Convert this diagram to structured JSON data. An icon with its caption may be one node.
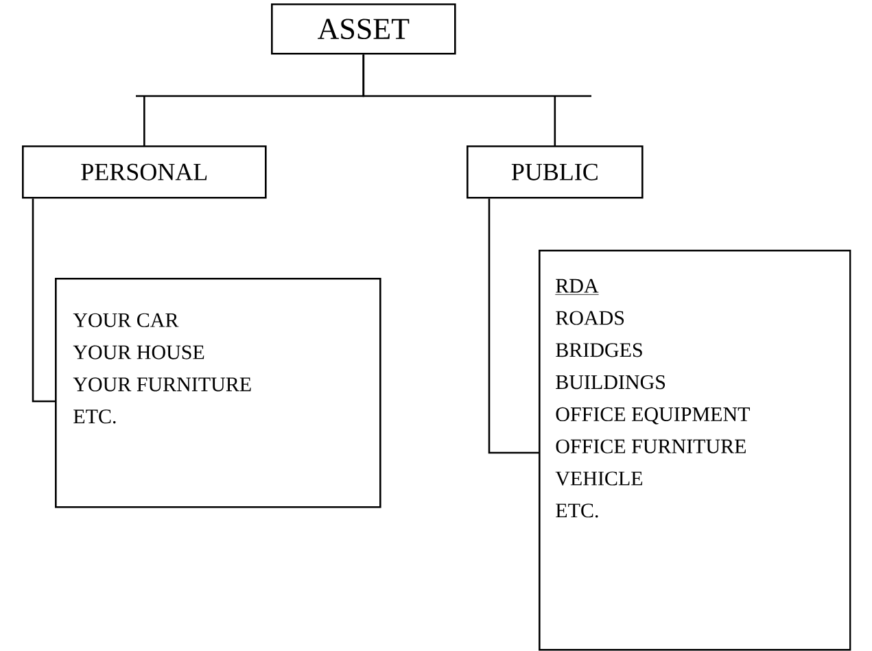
{
  "diagram": {
    "nodes": [
      {
        "text": [
          "ASSET"
        ]
      },
      {
        "text": [
          "PERSONAL"
        ]
      },
      {
        "text": [
          "PUBLIC"
        ]
      },
      {
        "text": [
          "YOUR CAR",
          "YOUR HOUSE",
          "YOUR FURNITURE",
          "ETC."
        ]
      },
      {
        "text": [
          "RDA",
          "ROADS",
          "BRIDGES",
          "BUILDINGS",
          "OFFICE EQUIPMENT",
          "OFFICE FURNITURE",
          "VEHICLE",
          "ETC."
        ]
      }
    ],
    "edges": [
      {
        "from": 0,
        "to": 1,
        "arrow": "none"
      },
      {
        "from": 0,
        "to": 2,
        "arrow": "none"
      },
      {
        "from": 1,
        "to": 3,
        "arrow": "none"
      },
      {
        "from": 2,
        "to": 4,
        "arrow": "none"
      }
    ]
  }
}
